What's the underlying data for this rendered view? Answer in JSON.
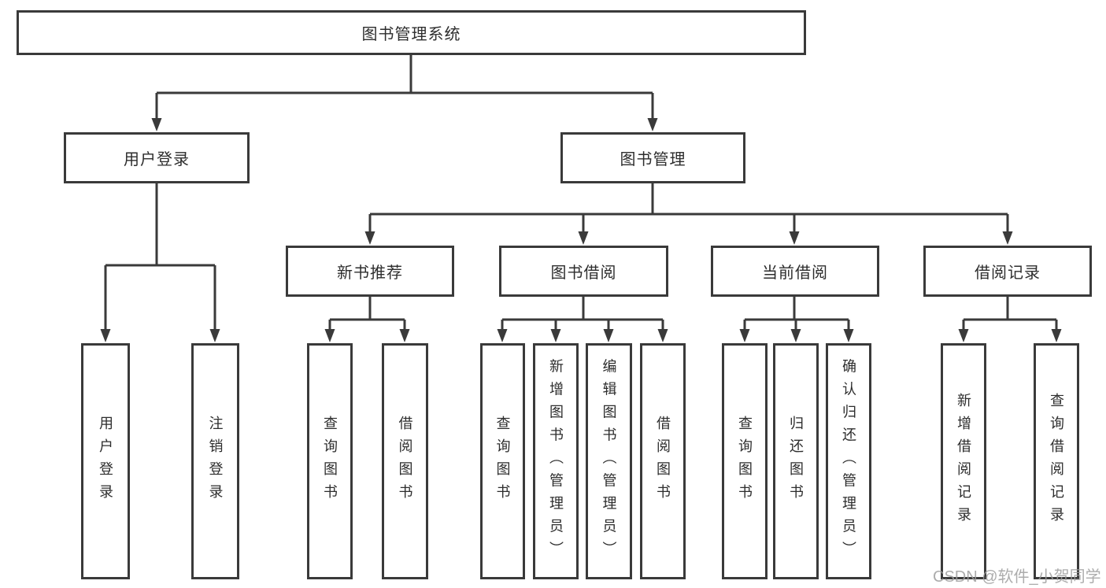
{
  "diagram": {
    "root": {
      "label": "图书管理系统"
    },
    "branches": [
      {
        "label": "用户登录",
        "children": [
          {
            "label": "用户登录"
          },
          {
            "label": "注销登录"
          }
        ]
      },
      {
        "label": "图书管理",
        "children": [
          {
            "label": "新书推荐",
            "children": [
              {
                "label": "查询图书"
              },
              {
                "label": "借阅图书"
              }
            ]
          },
          {
            "label": "图书借阅",
            "children": [
              {
                "label": "查询图书"
              },
              {
                "label": "新增图书（管理员）"
              },
              {
                "label": "编辑图书（管理员）"
              },
              {
                "label": "借阅图书"
              }
            ]
          },
          {
            "label": "当前借阅",
            "children": [
              {
                "label": "查询图书"
              },
              {
                "label": "归还图书"
              },
              {
                "label": "确认归还（管理员）"
              }
            ]
          },
          {
            "label": "借阅记录",
            "children": [
              {
                "label": "新增借阅记录"
              },
              {
                "label": "查询借阅记录"
              }
            ]
          }
        ]
      }
    ]
  },
  "watermark": {
    "text": "CSDN @软件_小贺同学"
  },
  "colors": {
    "line": "#3a3a3a",
    "box_border": "#3a3a3a",
    "text": "#2d2d2d",
    "background": "#ffffff",
    "watermark": "#9e9e9e"
  }
}
